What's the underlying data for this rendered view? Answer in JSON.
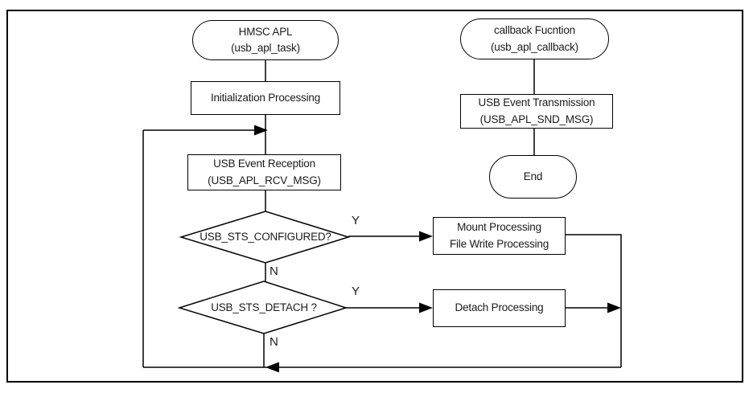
{
  "diagram": {
    "title_semantics": "USB HMSC application task flowchart",
    "colors": {
      "background": "#ffffff",
      "line": "#000000",
      "text": "#1b1b1b"
    },
    "task_flow": {
      "start_terminator": {
        "line1": "HMSC APL",
        "line2": "(usb_apl_task)"
      },
      "init_process": {
        "label": "Initialization Processing"
      },
      "reception_process": {
        "line1": "USB Event Reception",
        "line2": "(USB_APL_RCV_MSG)"
      },
      "decision_configured": {
        "label": "USB_STS_CONFIGURED?",
        "yes_label": "Y",
        "no_label": "N"
      },
      "decision_detach": {
        "label": "USB_STS_DETACH ?",
        "yes_label": "Y",
        "no_label": "N"
      },
      "mount_process": {
        "line1": "Mount Processing",
        "line2": "File Write Processing"
      },
      "detach_process": {
        "label": "Detach Processing"
      }
    },
    "callback_flow": {
      "callback_terminator": {
        "line1": "callback Fucntion",
        "line2": "(usb_apl_callback)"
      },
      "transmission_process": {
        "line1": "USB Event Transmission",
        "line2": "(USB_APL_SND_MSG)"
      },
      "end_terminator": {
        "label": "End"
      }
    }
  }
}
